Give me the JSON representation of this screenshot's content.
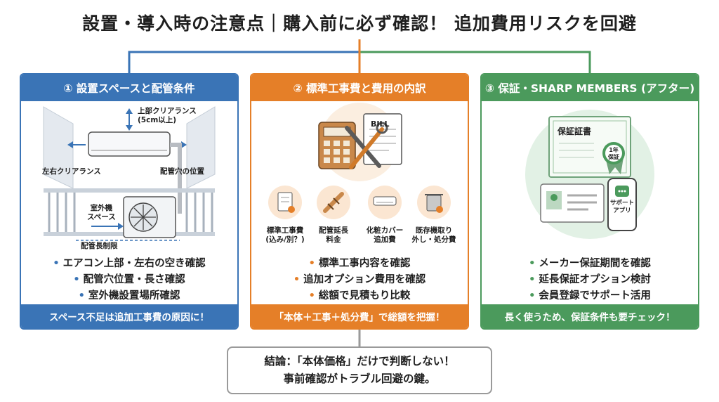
{
  "title": "設置・導入時の注意点｜購入前に必ず確認！ 追加費用リスクを回避",
  "colors": {
    "blue": "#3a74b6",
    "orange": "#e57f28",
    "green": "#4b9a5c"
  },
  "cards": [
    {
      "header": "① 設置スペースと配管条件",
      "labels": {
        "top_clearance": "上部クリアランス",
        "top_clearance_sub": "(5cm以上)",
        "side_clearance": "左右クリアランス",
        "pipe_hole": "配管穴の位置",
        "outdoor_unit": "室外機",
        "outdoor_space": "スペース",
        "pipe_limit": "配管長制限"
      },
      "bullets": [
        "エアコン上部・左右の空き確認",
        "配管穴位置・長さ確認",
        "室外機設置場所確認"
      ],
      "footer": "スペース不足は追加工事費の原因に！"
    },
    {
      "header": "② 標準工事費と費用の内訳",
      "bill_label": "BILL",
      "icons": [
        {
          "name": "document-icon",
          "line1": "標準工事費",
          "line2": "(込み/別？)"
        },
        {
          "name": "pipe-icon",
          "line1": "配管延長",
          "line2": "料金"
        },
        {
          "name": "cover-icon",
          "line1": "化粧カバー",
          "line2": "追加費"
        },
        {
          "name": "trash-icon",
          "line1": "既存機取り",
          "line2": "外し・処分費"
        }
      ],
      "bullets": [
        "標準工事内容を確認",
        "追加オプション費用を確認",
        "総額で見積もり比較"
      ],
      "footer": "「本体＋工事＋処分費」で総額を把握！"
    },
    {
      "header": "③ 保証・SHARP MEMBERS (アフター)",
      "labels": {
        "certificate": "保証証書",
        "seal_line1": "1年",
        "seal_line2": "保証",
        "app_line1": "サポート",
        "app_line2": "アプリ"
      },
      "bullets": [
        "メーカー保証期間を確認",
        "延長保証オプション検討",
        "会員登録でサポート活用"
      ],
      "footer": "長く使うため、保証条件も要チェック！"
    }
  ],
  "conclusion": {
    "line1": "結論：「本体価格」だけで判断しない！",
    "line2": "事前確認がトラブル回避の鍵。"
  }
}
